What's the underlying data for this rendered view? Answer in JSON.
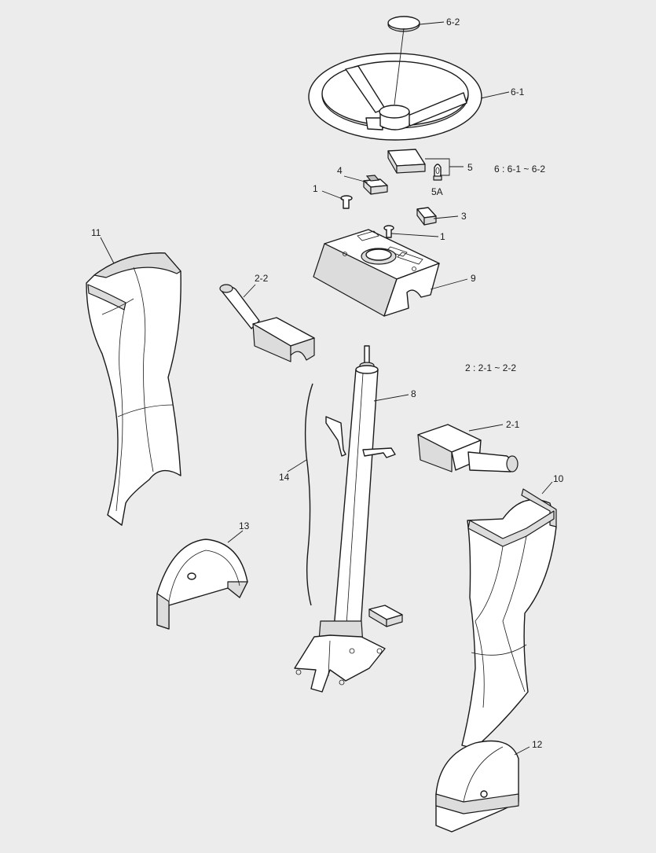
{
  "labels": {
    "p6_2": "6-2",
    "p6_1": "6-1",
    "p5": "5",
    "p5a": "5A",
    "p6_note": "6 : 6-1 ~ 6-2",
    "p4": "4",
    "p1_left": "1",
    "p1_right": "1",
    "p3": "3",
    "p11": "11",
    "p2_2": "2-2",
    "p9": "9",
    "p2_note": "2 : 2-1 ~ 2-2",
    "p8": "8",
    "p2_1": "2-1",
    "p14": "14",
    "p10": "10",
    "p13": "13",
    "p12": "12"
  }
}
